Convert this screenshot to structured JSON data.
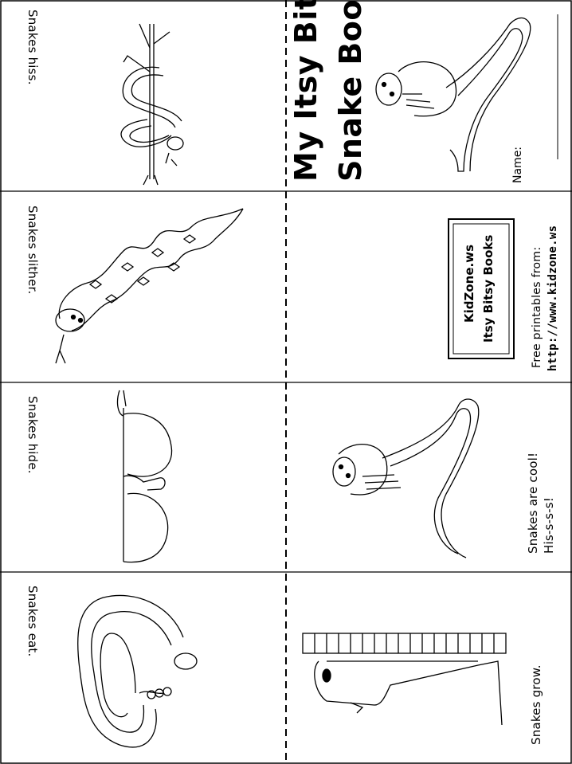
{
  "left_column": {
    "captions": [
      "Snakes hiss.",
      "Snakes slither.",
      "Snakes hide.",
      "Snakes eat."
    ]
  },
  "cover": {
    "title_line1": "My Itsy Bitsy",
    "title_line2": "Snake Book",
    "name_label": "Name:"
  },
  "info_panel": {
    "box_line1": "KidZone.ws",
    "box_line2": "Itsy Bitsy Books",
    "free_text": "Free printables from:",
    "url": "http://www.kidzone.ws"
  },
  "right_captions": {
    "cool_line1": "Snakes are cool!",
    "cool_line2": "His-s-s-s!",
    "grow": "Snakes grow."
  }
}
